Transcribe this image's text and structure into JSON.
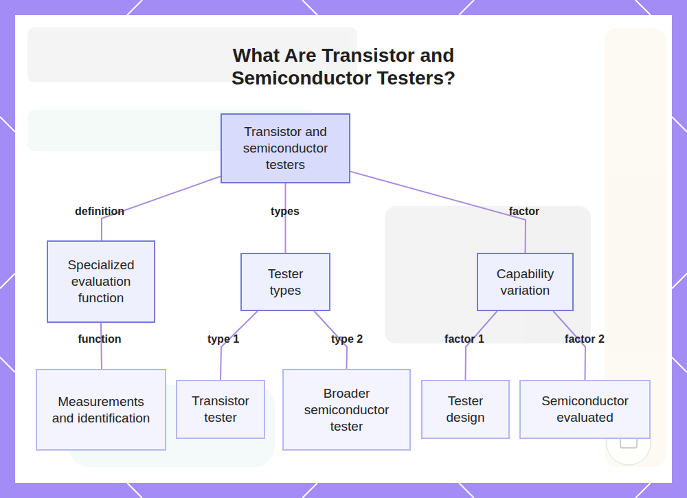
{
  "diagram": {
    "title": "What Are Transistor and Semiconductor Testers?",
    "nodes": [
      {
        "text": [
          "Transistor and semiconductor testers"
        ]
      },
      {
        "text": [
          "Specialized evaluation function"
        ]
      },
      {
        "text": [
          "Tester types"
        ]
      },
      {
        "text": [
          "Capability variation"
        ]
      },
      {
        "text": [
          "Measurements and identification"
        ]
      },
      {
        "text": [
          "Transistor tester"
        ]
      },
      {
        "text": [
          "Broader semiconductor tester"
        ]
      },
      {
        "text": [
          "Tester design"
        ]
      },
      {
        "text": [
          "Semiconductor evaluated"
        ]
      }
    ],
    "edges": [
      {
        "from": 0,
        "to": 1,
        "label": "definition",
        "arrow": "none"
      },
      {
        "from": 0,
        "to": 2,
        "label": "types",
        "arrow": "none"
      },
      {
        "from": 0,
        "to": 3,
        "label": "factor",
        "arrow": "none"
      },
      {
        "from": 1,
        "to": 4,
        "label": "function",
        "arrow": "none"
      },
      {
        "from": 2,
        "to": 5,
        "label": "type 1",
        "arrow": "none"
      },
      {
        "from": 2,
        "to": 6,
        "label": "type 2",
        "arrow": "none"
      },
      {
        "from": 3,
        "to": 7,
        "label": "factor 1",
        "arrow": "none"
      },
      {
        "from": 3,
        "to": 8,
        "label": "factor 2",
        "arrow": "none"
      }
    ]
  }
}
